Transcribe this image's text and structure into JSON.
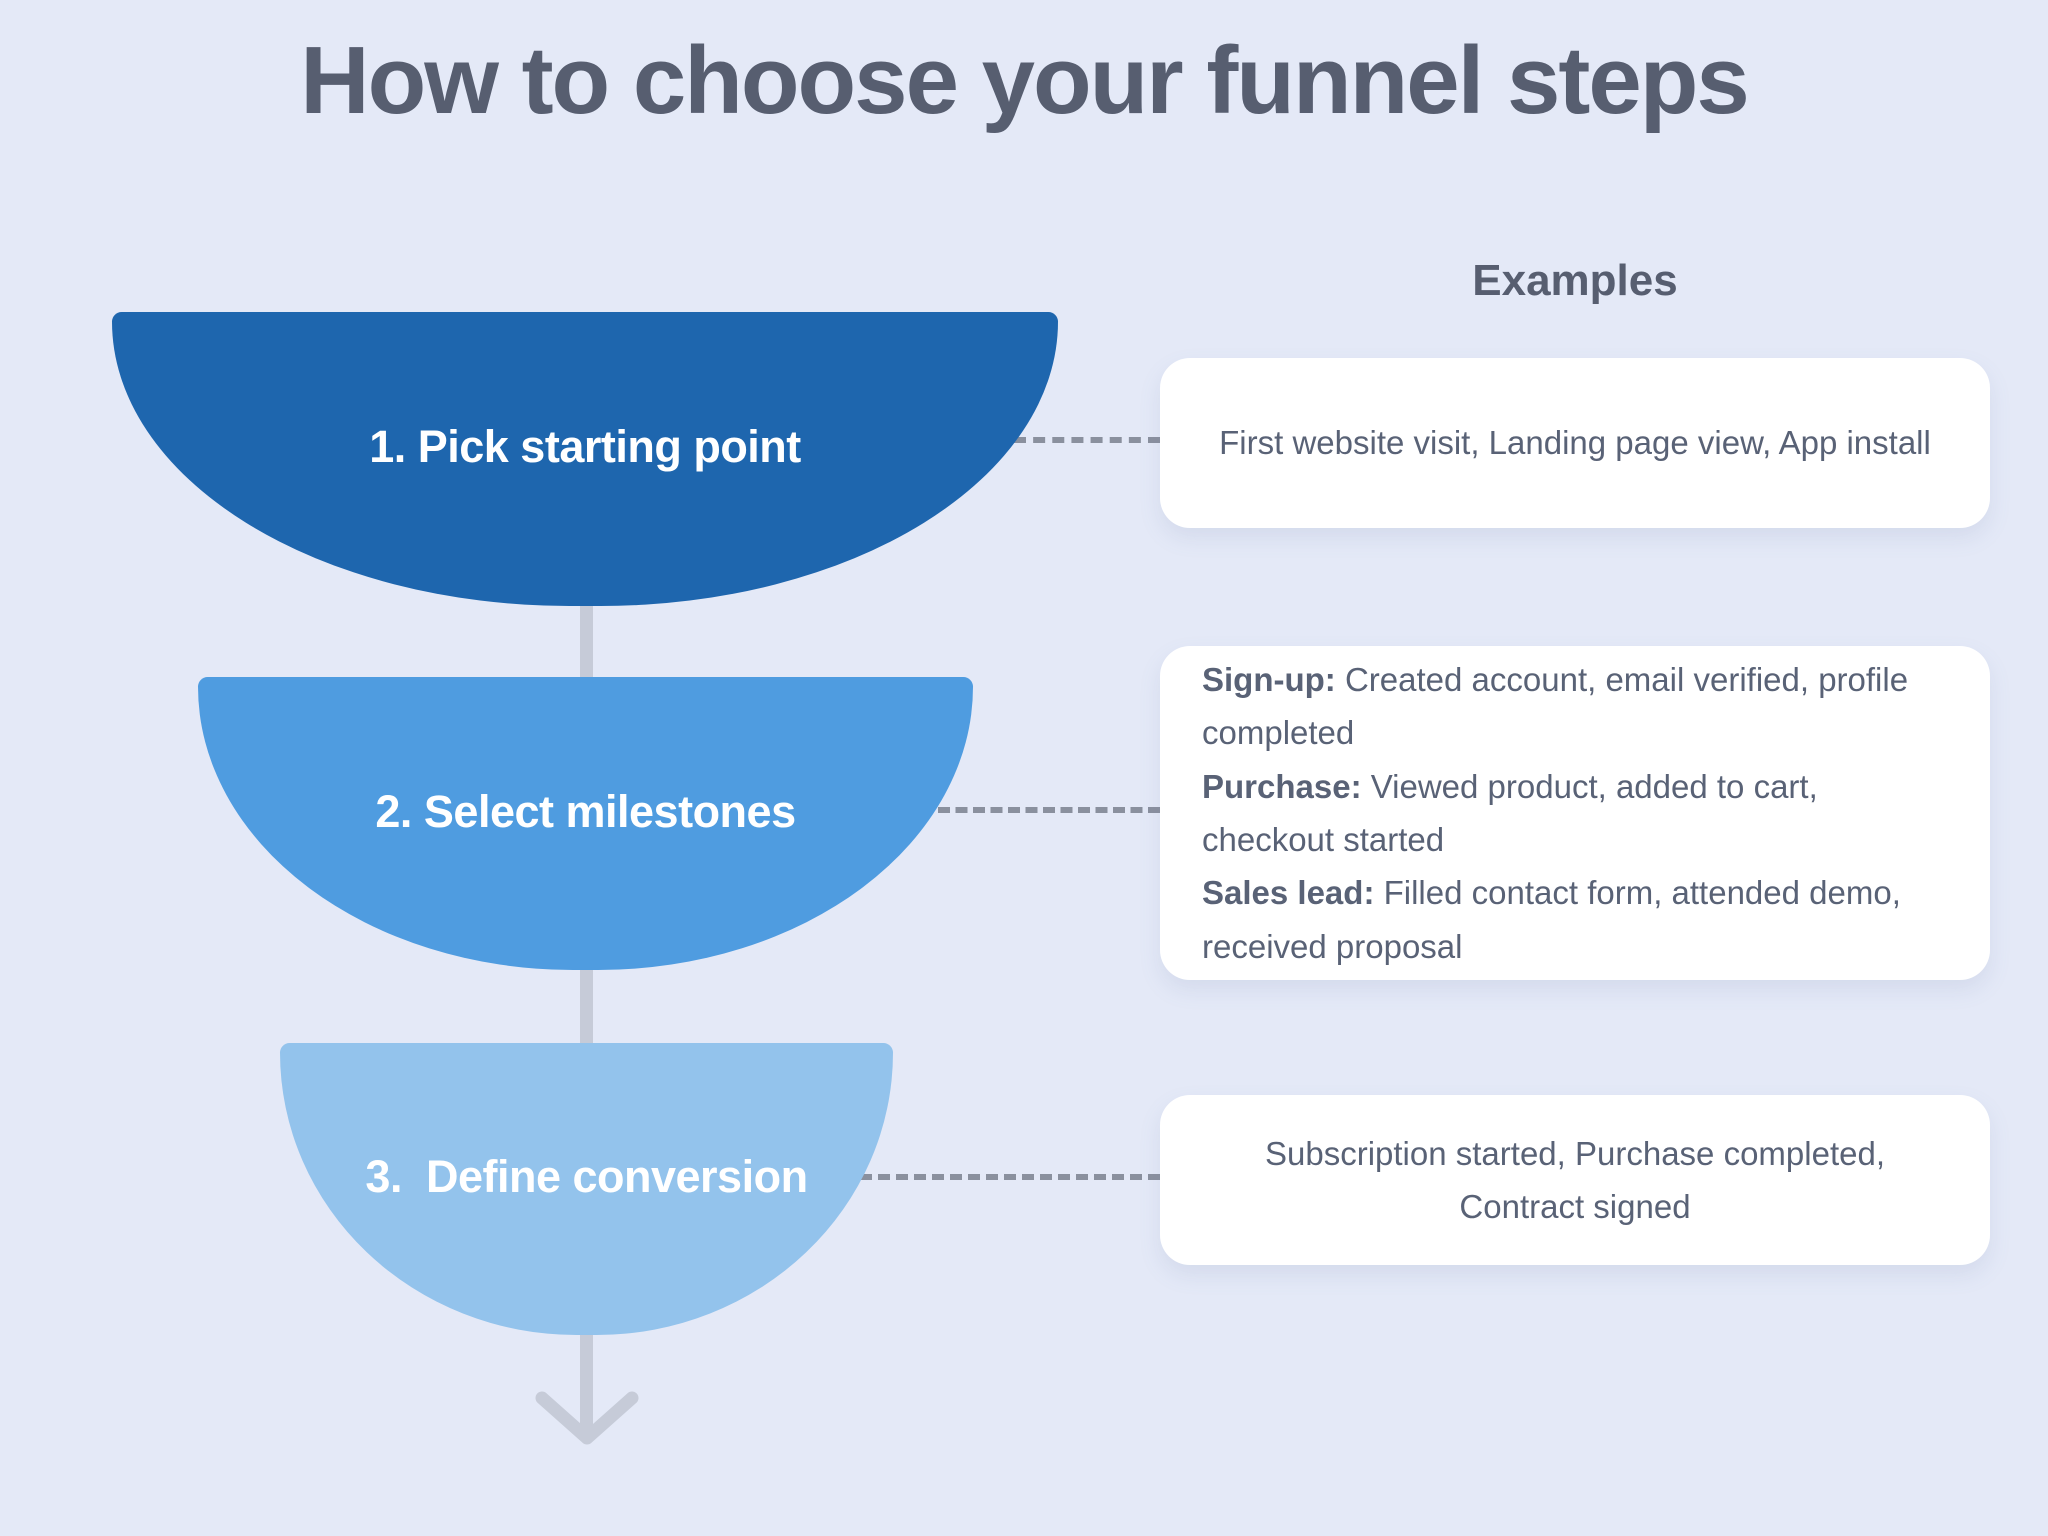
{
  "title": "How to choose your funnel steps",
  "examples": {
    "heading": "Examples"
  },
  "funnel": {
    "steps": [
      {
        "label": "1. Pick starting point",
        "color": "#1E66AE"
      },
      {
        "label": "2. Select milestones",
        "color": "#4F9CE0"
      },
      {
        "label": "3.  Define conversion",
        "color": "#93C3EC"
      }
    ],
    "arrow_color": "#C6CBD8"
  },
  "cards": [
    {
      "text": "First website visit, Landing page view, App install"
    },
    {
      "items": [
        {
          "label": "Sign-up:",
          "text": " Created account, email verified, profile\ncompleted"
        },
        {
          "label": "Purchase:",
          "text": " Viewed product, added to cart,\ncheckout started"
        },
        {
          "label": "Sales lead:",
          "text": " Filled contact form, attended demo,\nreceived proposal"
        }
      ]
    },
    {
      "text": "Subscription started, Purchase completed,\nContract signed"
    }
  ],
  "colors": {
    "background": "#E4E9F7",
    "heading_text": "#575E70",
    "body_text": "#596276",
    "card_background": "#FFFFFF",
    "connector": "#C6CBD8",
    "dashed_line": "#8A909E",
    "funnel_label_text": "#FFFFFF"
  }
}
